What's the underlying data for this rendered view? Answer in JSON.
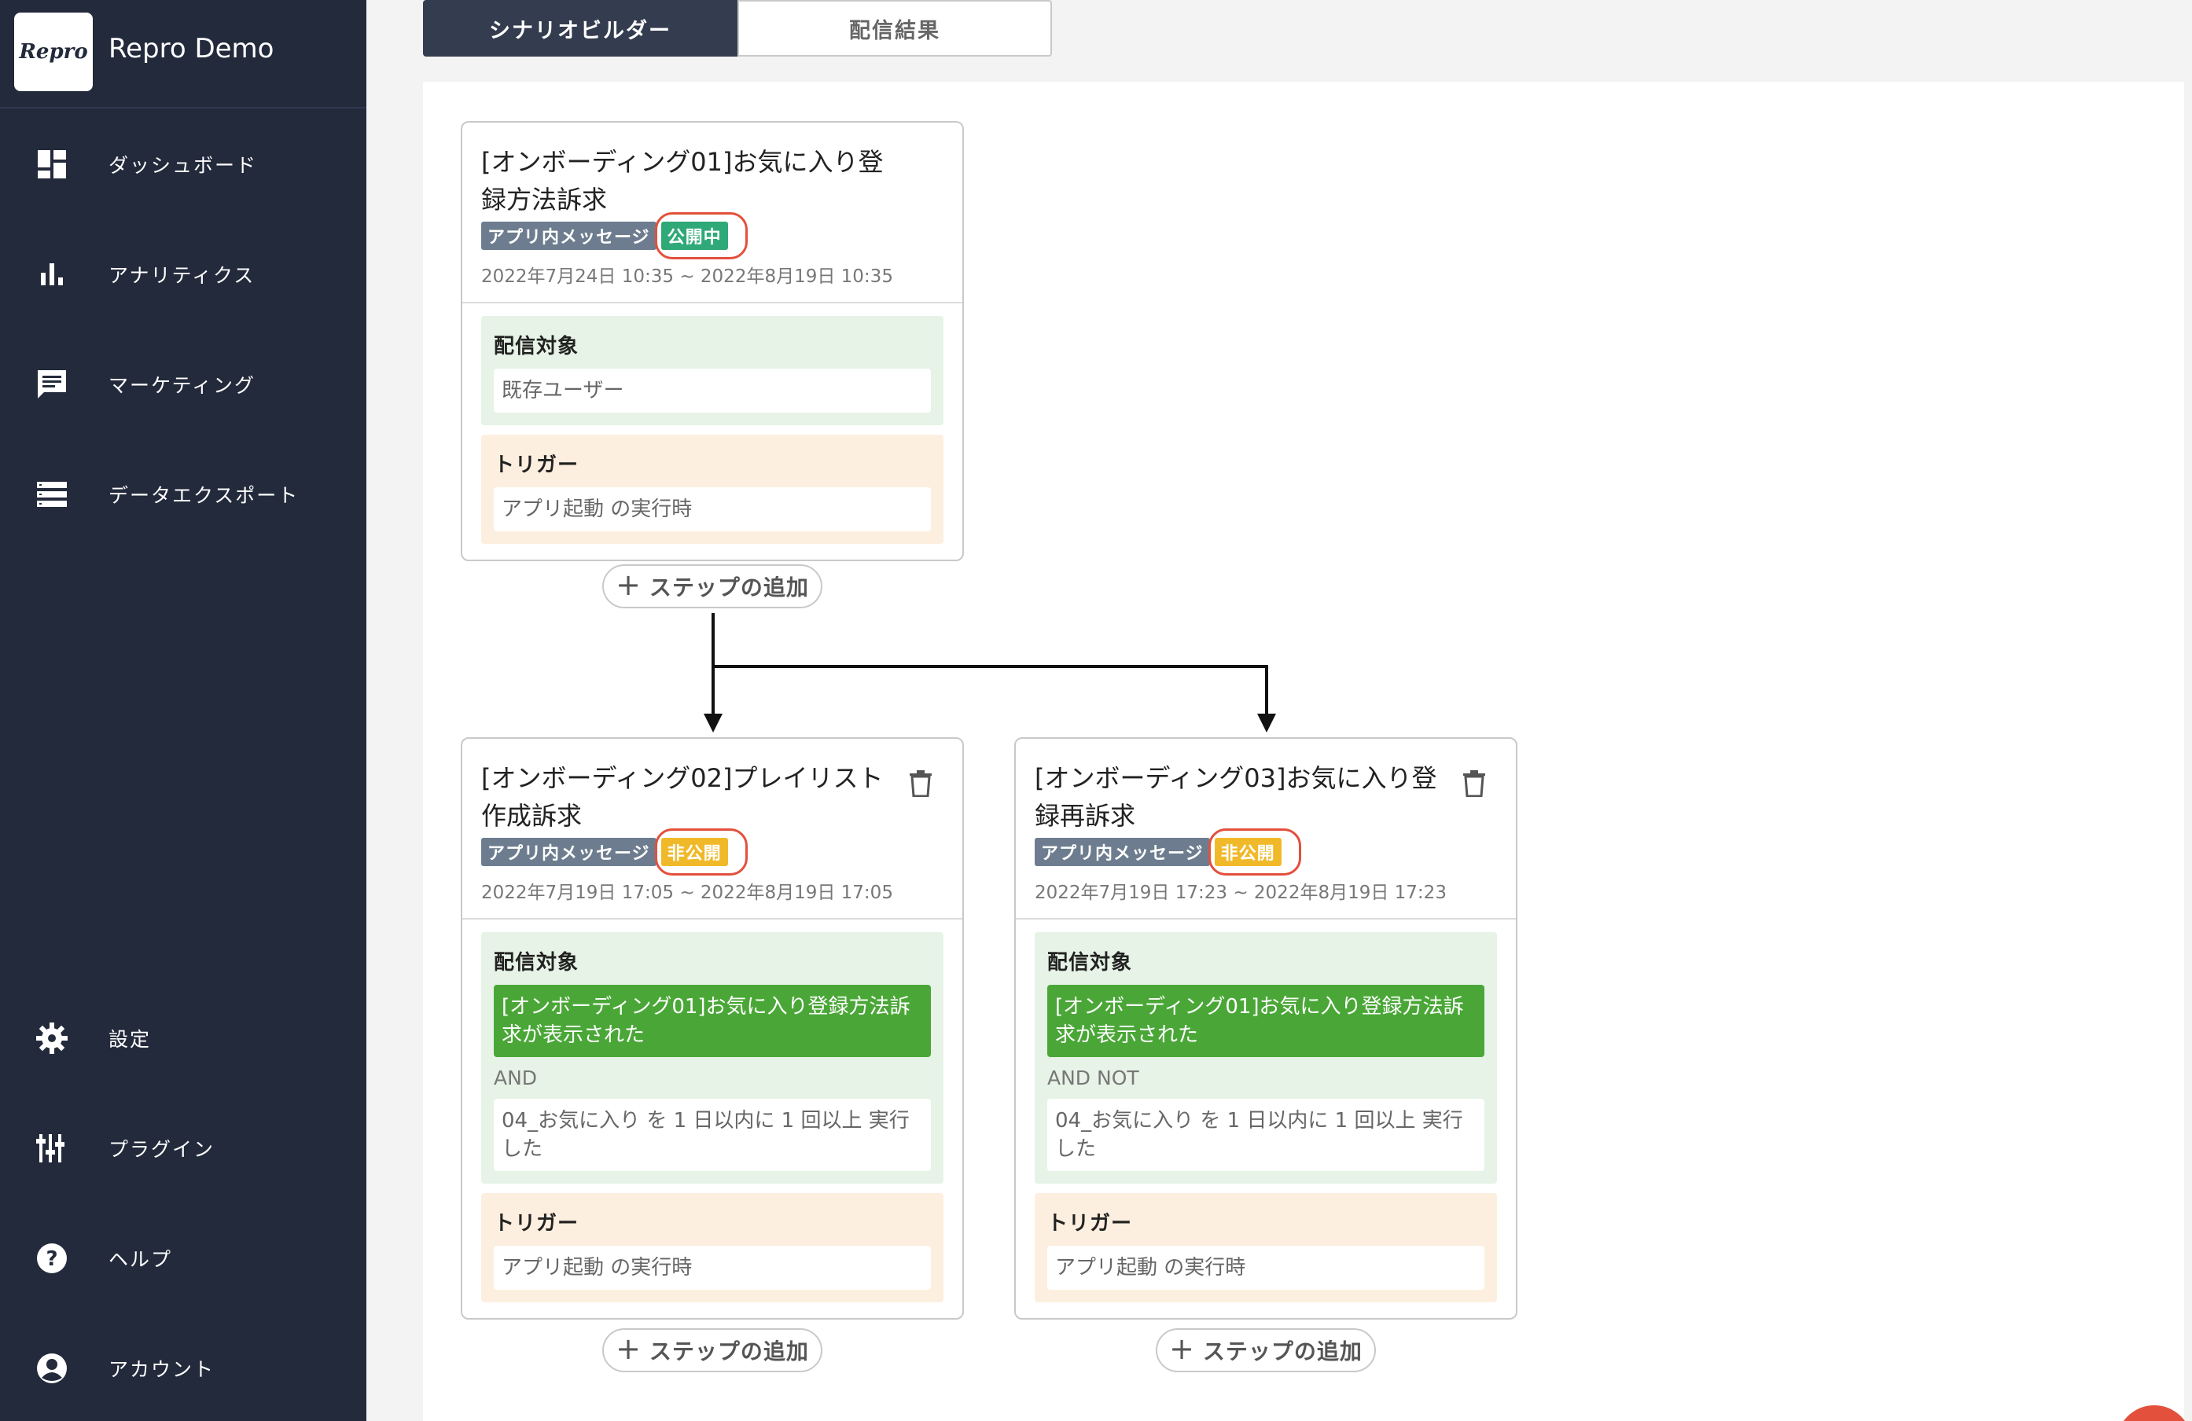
{
  "brand": {
    "logo_text": "Repro",
    "name": "Repro Demo"
  },
  "nav": {
    "dashboard": "ダッシュボード",
    "analytics": "アナリティクス",
    "marketing": "マーケティング",
    "export": "データエクスポート",
    "settings": "設定",
    "plugins": "プラグイン",
    "help": "ヘルプ",
    "account": "アカウント"
  },
  "tabs": {
    "builder": "シナリオビルダー",
    "results": "配信結果"
  },
  "labels": {
    "type": "アプリ内メッセージ",
    "target": "配信対象",
    "trigger": "トリガー",
    "add_step": "ステップの追加"
  },
  "cards": [
    {
      "title": "[オンボーディング01]お気に入り登録方法訴求",
      "status": "公開中",
      "dates": "2022年7月24日 10:35 ~ 2022年8月19日 10:35",
      "target": "既存ユーザー",
      "trigger": "アプリ起動 の実行時"
    },
    {
      "title": "[オンボーディング02]プレイリスト作成訴求",
      "status": "非公開",
      "dates": "2022年7月19日 17:05 ~ 2022年8月19日 17:05",
      "segment": "[オンボーディング01]お気に入り登録方法訴求が表示された",
      "operator": "AND",
      "condition": "04_お気に入り を 1 日以内に 1 回以上 実行した",
      "trigger": "アプリ起動 の実行時"
    },
    {
      "title": "[オンボーディング03]お気に入り登録再訴求",
      "status": "非公開",
      "dates": "2022年7月19日 17:23 ~ 2022年8月19日 17:23",
      "segment": "[オンボーディング01]お気に入り登録方法訴求が表示された",
      "operator": "AND NOT",
      "condition": "04_お気に入り を 1 日以内に 1 回以上 実行した",
      "trigger": "アプリ起動 の実行時"
    }
  ],
  "colors": {
    "sidebar": "#232a3b",
    "status_live": "#2fa978",
    "status_private": "#f0b92a",
    "highlight_ring": "#e3503c",
    "segment": "#4aa737"
  }
}
